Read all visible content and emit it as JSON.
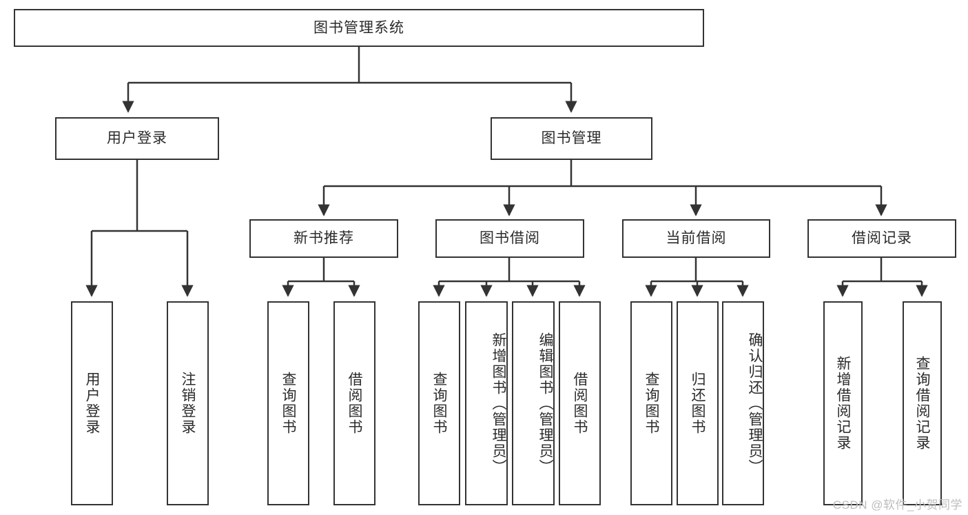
{
  "diagram": {
    "title": "图书管理系统",
    "type": "hierarchy-tree",
    "background_color": "#ffffff",
    "box_border_color": "#333333",
    "text_color": "#2b2b2b",
    "edge_color": "#333333"
  },
  "root": {
    "label": "图书管理系统"
  },
  "level2": [
    {
      "label": "用户登录"
    },
    {
      "label": "图书管理"
    }
  ],
  "level3": [
    {
      "label": "新书推荐"
    },
    {
      "label": "图书借阅"
    },
    {
      "label": "当前借阅"
    },
    {
      "label": "借阅记录"
    }
  ],
  "leaves": {
    "user_login": [
      {
        "label": "用户登录"
      },
      {
        "label": "注销登录"
      }
    ],
    "new_book_recommend": [
      {
        "label": "查询图书"
      },
      {
        "label": "借阅图书"
      }
    ],
    "book_borrow": [
      {
        "label": "查询图书"
      },
      {
        "label": "新增图书（管理员）"
      },
      {
        "label": "编辑图书（管理员）"
      },
      {
        "label": "借阅图书"
      }
    ],
    "current_borrow": [
      {
        "label": "查询图书"
      },
      {
        "label": "归还图书"
      },
      {
        "label": "确认归还（管理员）"
      }
    ],
    "borrow_record": [
      {
        "label": "新增借阅记录"
      },
      {
        "label": "查询借阅记录"
      }
    ]
  },
  "watermark": {
    "text": "CSDN @软件_小贺同学"
  }
}
